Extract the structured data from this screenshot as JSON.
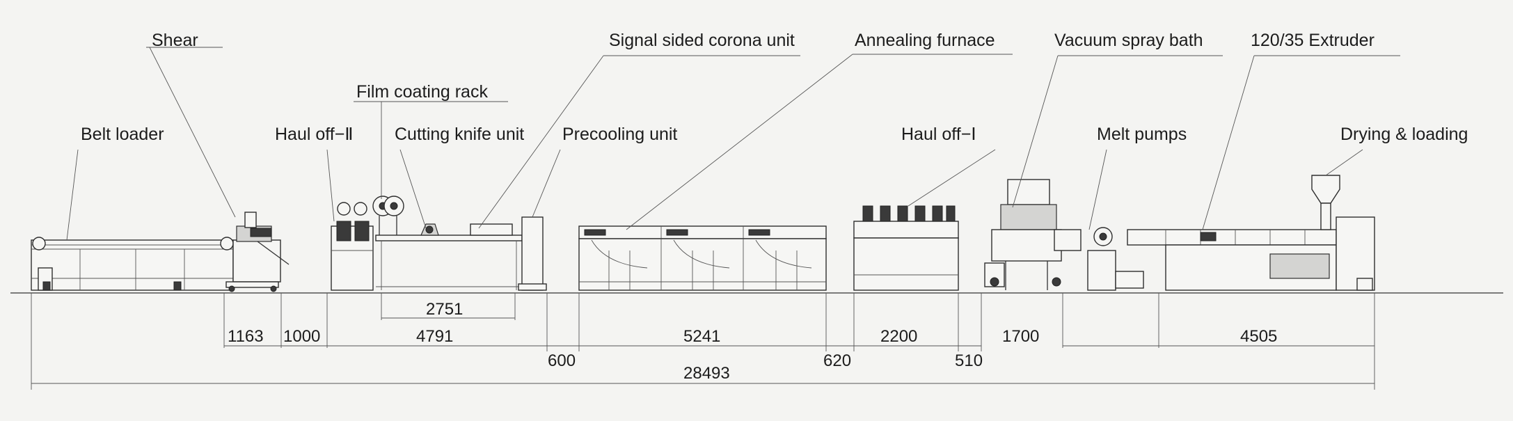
{
  "labels": {
    "shear": "Shear",
    "signal_sided_corona_unit": "Signal sided corona unit",
    "annealing_furnace": "Annealing furnace",
    "vacuum_spray_bath": "Vacuum spray bath",
    "extruder": "120/35 Extruder",
    "film_coating_rack": "Film coating rack",
    "belt_loader": "Belt loader",
    "haul_off_2": "Haul off−Ⅱ",
    "cutting_knife_unit": "Cutting knife unit",
    "precooling_unit": "Precooling unit",
    "haul_off_1": "Haul off−Ⅰ",
    "melt_pumps": "Melt pumps",
    "drying_loading": "Drying & loading"
  },
  "dimensions": {
    "d1163": "1163",
    "d1000": "1000",
    "d2751": "2751",
    "d4791": "4791",
    "d600": "600",
    "d5241": "5241",
    "d620": "620",
    "d2200": "2200",
    "d510": "510",
    "d1700": "1700",
    "d4505": "4505",
    "total": "28493"
  }
}
